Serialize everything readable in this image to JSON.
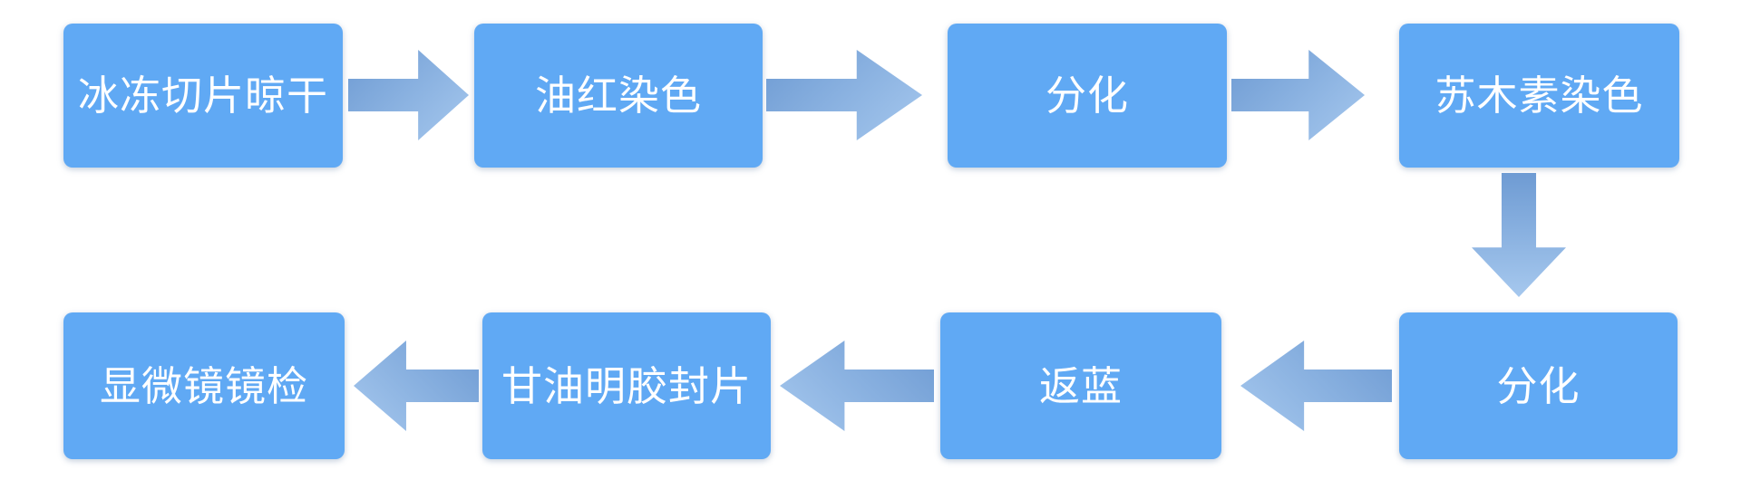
{
  "colors": {
    "background": "#FFFFFF",
    "box_fill": "#60A9F4",
    "box_text": "#FFFFFF",
    "arrow_dark": "#6E9BD3",
    "arrow_light": "#A6C8EE"
  },
  "diagram": {
    "type": "flowchart",
    "layout": "snake: top row left-to-right, down, bottom row right-to-left",
    "nodes": [
      {
        "label": "冰冻切片晾干"
      },
      {
        "label": "油红染色"
      },
      {
        "label": "分化"
      },
      {
        "label": "苏木素染色"
      },
      {
        "label": "分化"
      },
      {
        "label": "返蓝"
      },
      {
        "label": "甘油明胶封片"
      },
      {
        "label": "显微镜镜检"
      }
    ],
    "edges": [
      {
        "from": "冰冻切片晾干",
        "to": "油红染色",
        "direction": "right"
      },
      {
        "from": "油红染色",
        "to": "分化",
        "direction": "right"
      },
      {
        "from": "分化",
        "to": "苏木素染色",
        "direction": "right"
      },
      {
        "from": "苏木素染色",
        "to": "分化",
        "direction": "down"
      },
      {
        "from": "分化",
        "to": "返蓝",
        "direction": "left"
      },
      {
        "from": "返蓝",
        "to": "甘油明胶封片",
        "direction": "left"
      },
      {
        "from": "甘油明胶封片",
        "to": "显微镜镜检",
        "direction": "left"
      }
    ]
  }
}
